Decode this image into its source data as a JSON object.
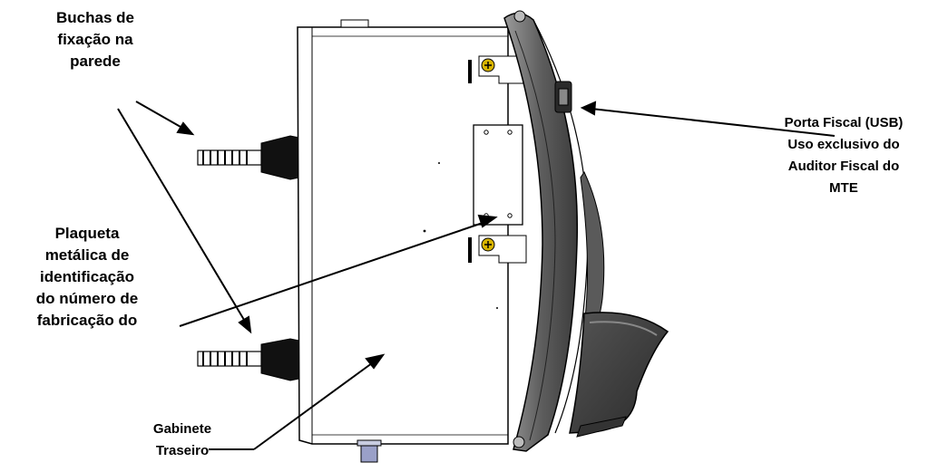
{
  "labels": {
    "buchas": [
      "Buchas de",
      "fixação na",
      "parede"
    ],
    "plaqueta": [
      "Plaqueta",
      "metálica de",
      "identificação",
      "do número de",
      "fabricação do"
    ],
    "porta": [
      "Porta Fiscal (USB)",
      "Uso exclusivo do",
      "Auditor Fiscal do",
      "MTE"
    ],
    "gabinete": [
      "Gabinete",
      "Traseiro"
    ]
  },
  "colors": {
    "outline": "#000000",
    "device_body": "#ffffff",
    "front_panel": "#6e6e6e",
    "front_panel_dark": "#4a4a4a",
    "anchor_black": "#111111",
    "screw_gold": "#d8b400"
  }
}
